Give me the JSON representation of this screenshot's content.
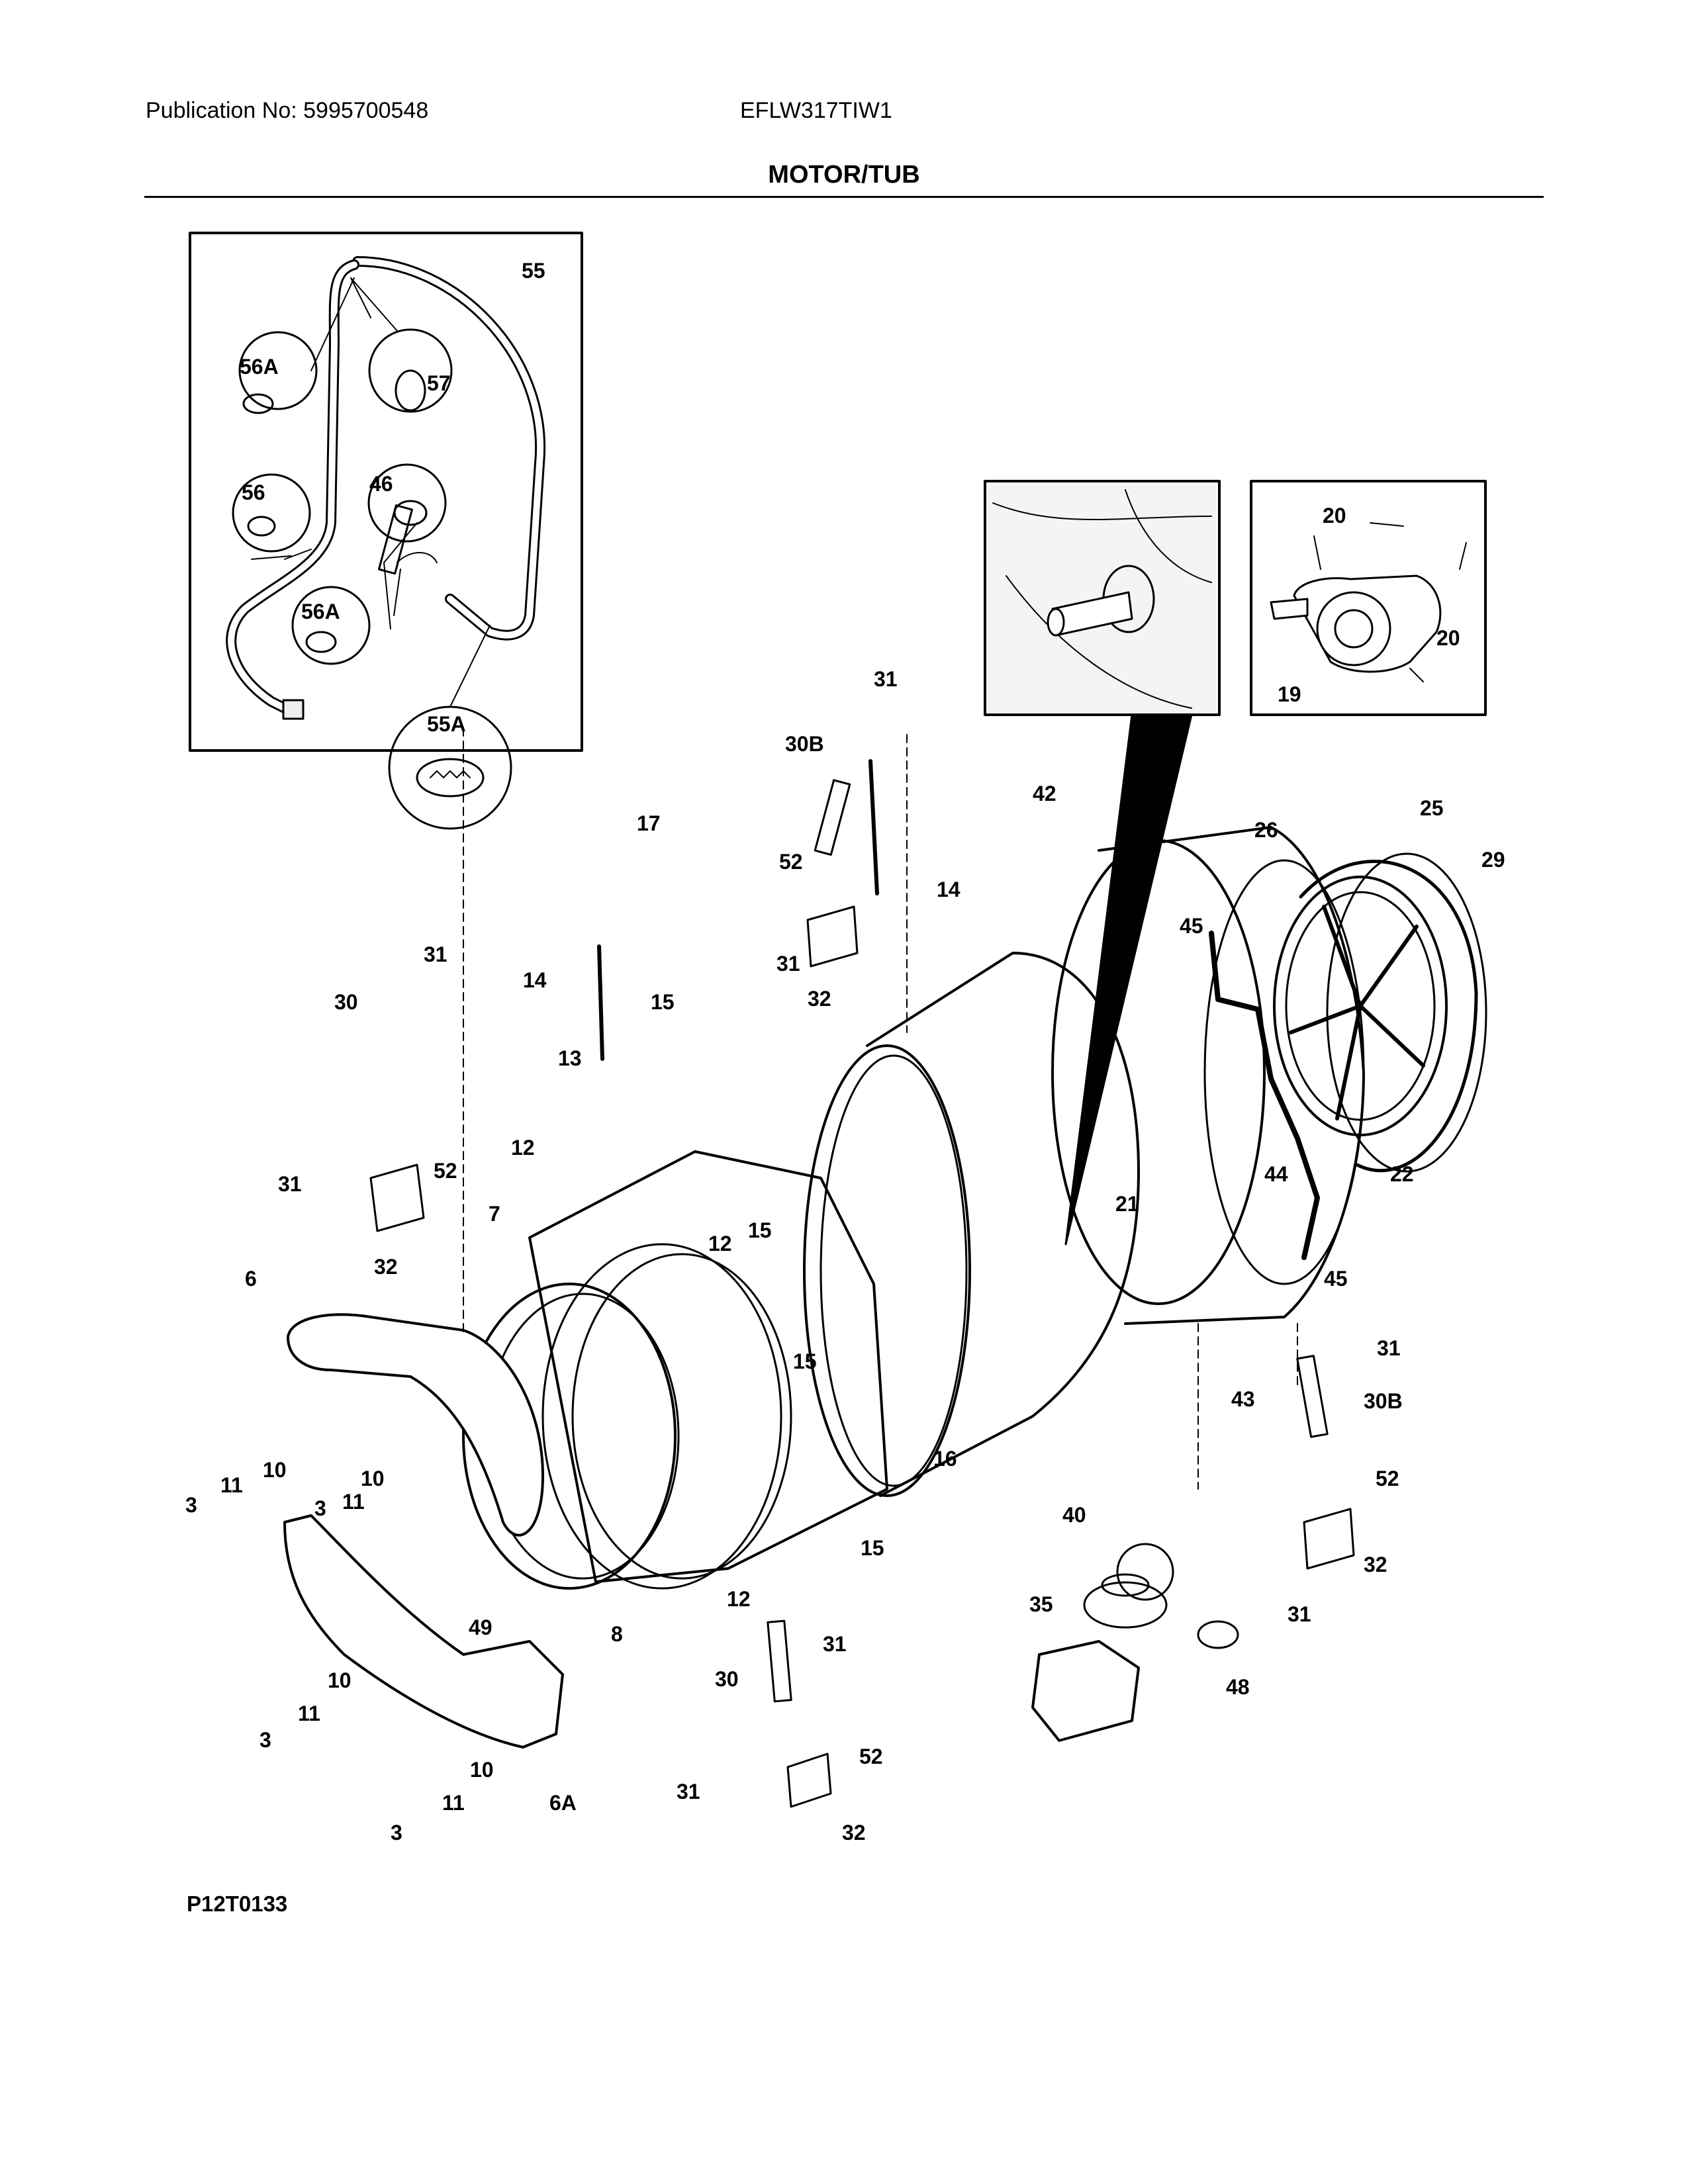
{
  "header": {
    "publication": "Publication No: 5995700548",
    "model": "EFLW317TIW1",
    "title": "MOTOR/TUB"
  },
  "figure_code": "P12T0133",
  "callouts": [
    "55",
    "56A",
    "57",
    "56",
    "46",
    "56A",
    "55A",
    "20",
    "20",
    "19",
    "42",
    "31",
    "30B",
    "52",
    "14",
    "17",
    "26",
    "25",
    "29",
    "45",
    "31",
    "30",
    "14",
    "15",
    "13",
    "12",
    "52",
    "31",
    "32",
    "31",
    "32",
    "7",
    "12",
    "15",
    "21",
    "44",
    "22",
    "45",
    "6",
    "15",
    "31",
    "43",
    "30B",
    "10",
    "11",
    "3",
    "3",
    "11",
    "10",
    "16",
    "52",
    "40",
    "15",
    "12",
    "31",
    "32",
    "31",
    "35",
    "48",
    "49",
    "8",
    "10",
    "3",
    "11",
    "30",
    "10",
    "52",
    "11",
    "3",
    "6A",
    "31",
    "32"
  ]
}
